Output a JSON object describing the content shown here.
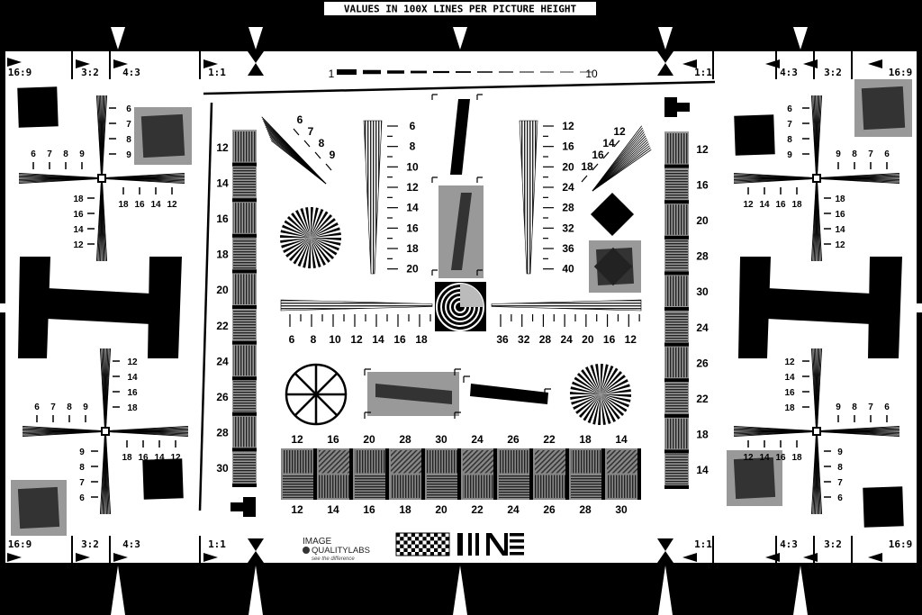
{
  "header": {
    "title": "VALUES IN 100X LINES PER PICTURE HEIGHT"
  },
  "aspect_ratios": {
    "r169": "16:9",
    "r32": "3:2",
    "r43": "4:3",
    "r11": "1:1"
  },
  "top_scale": {
    "start": "1",
    "end": "10"
  },
  "vert_wedges": {
    "left": [
      "6",
      "8",
      "10",
      "12",
      "14",
      "16",
      "18",
      "20"
    ],
    "right": [
      "12",
      "16",
      "20",
      "24",
      "28",
      "32",
      "36",
      "40"
    ]
  },
  "diag_fans": {
    "left": [
      "6",
      "7",
      "8",
      "9"
    ],
    "right": [
      "12",
      "14",
      "16",
      "18"
    ]
  },
  "horiz_wedges": {
    "left": [
      "6",
      "8",
      "10",
      "12",
      "14",
      "16",
      "18"
    ],
    "right": [
      "36",
      "32",
      "28",
      "24",
      "20",
      "16",
      "12"
    ]
  },
  "side_bars": {
    "left": [
      "12",
      "14",
      "16",
      "18",
      "20",
      "22",
      "24",
      "26",
      "28",
      "30"
    ],
    "right": [
      "12",
      "16",
      "20",
      "28",
      "30",
      "24",
      "26",
      "22",
      "18",
      "14"
    ]
  },
  "bottom_patches": {
    "top": [
      "12",
      "16",
      "20",
      "28",
      "30",
      "24",
      "26",
      "22",
      "18",
      "14"
    ],
    "bottom": [
      "12",
      "14",
      "16",
      "18",
      "20",
      "22",
      "24",
      "26",
      "28",
      "30"
    ]
  },
  "corner_stars": {
    "tl": {
      "v_upper": [
        "6",
        "7",
        "8",
        "9"
      ],
      "h_left": [
        "6",
        "7",
        "8",
        "9"
      ],
      "h_right": [
        "18",
        "16",
        "14",
        "12"
      ],
      "v_lower": [
        "18",
        "16",
        "14",
        "12"
      ]
    },
    "tr": {
      "v_upper": [
        "6",
        "7",
        "8",
        "9"
      ],
      "h_left": [
        "12",
        "14",
        "16",
        "18"
      ],
      "h_right": [
        "9",
        "8",
        "7",
        "6"
      ],
      "v_lower": [
        "18",
        "16",
        "14",
        "12"
      ]
    },
    "bl": {
      "v_upper": [
        "12",
        "14",
        "16",
        "18"
      ],
      "h_left": [
        "6",
        "7",
        "8",
        "9"
      ],
      "h_right": [
        "18",
        "16",
        "14",
        "12"
      ],
      "v_lower": [
        "9",
        "8",
        "7",
        "6"
      ]
    },
    "br": {
      "v_upper": [
        "12",
        "14",
        "16",
        "18"
      ],
      "h_left": [
        "12",
        "14",
        "16",
        "18"
      ],
      "h_right": [
        "9",
        "8",
        "7",
        "6"
      ],
      "v_lower": [
        "9",
        "8",
        "7",
        "6"
      ]
    }
  },
  "logo": {
    "line1": "IMAGE",
    "line2": "QUALITYLABS",
    "tagline": "see the difference"
  }
}
